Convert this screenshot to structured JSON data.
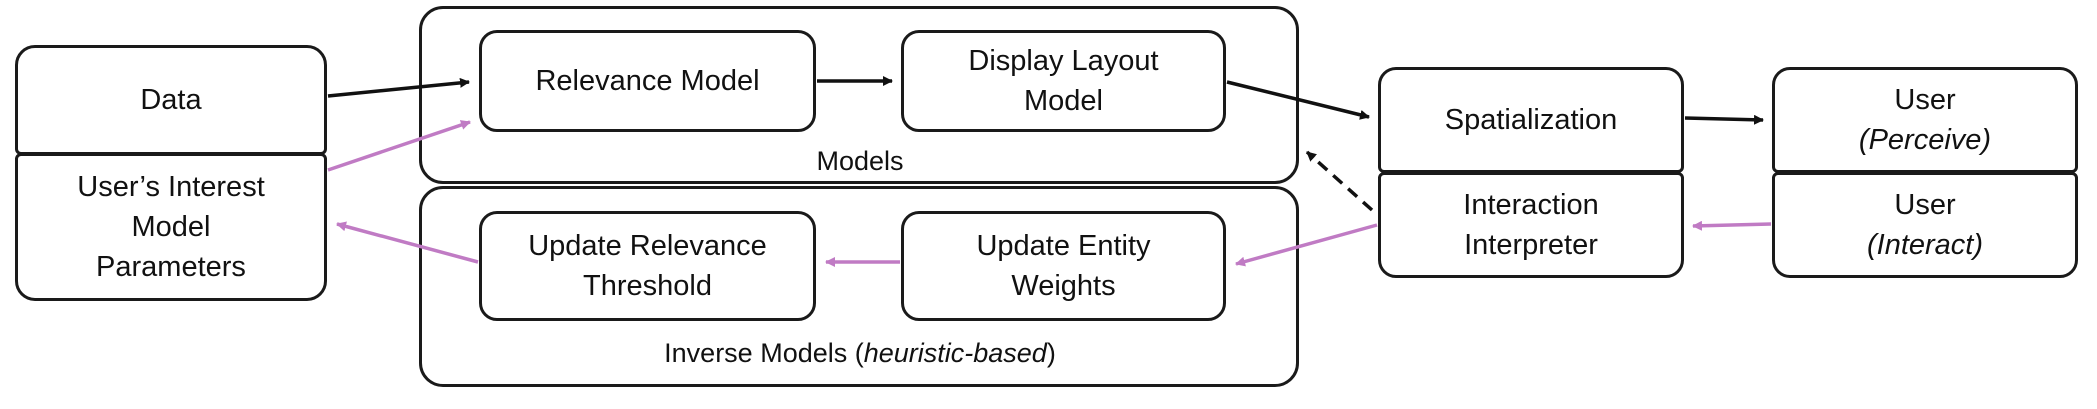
{
  "nodes": {
    "data": "Data",
    "interest_l1": "User’s Interest",
    "interest_l2": "Model",
    "interest_l3": "Parameters",
    "relevance_model": "Relevance Model",
    "display_l1": "Display Layout",
    "display_l2": "Model",
    "spatialization": "Spatialization",
    "user_perceive_l1": "User",
    "user_perceive_l2": "(Perceive)",
    "interaction_l1": "Interaction",
    "interaction_l2": "Interpreter",
    "user_interact_l1": "User",
    "user_interact_l2": "(Interact)",
    "update_threshold_l1": "Update Relevance",
    "update_threshold_l2": "Threshold",
    "update_weights_l1": "Update Entity",
    "update_weights_l2": "Weights"
  },
  "groups": {
    "models_label": "Models",
    "inverse_label_prefix": "Inverse Models  (",
    "inverse_label_italic": "heuristic-based",
    "inverse_label_suffix": ")"
  },
  "colors": {
    "forward_arrow": "#111111",
    "feedback_arrow": "#c07bc4",
    "border": "#1a1a1a"
  }
}
